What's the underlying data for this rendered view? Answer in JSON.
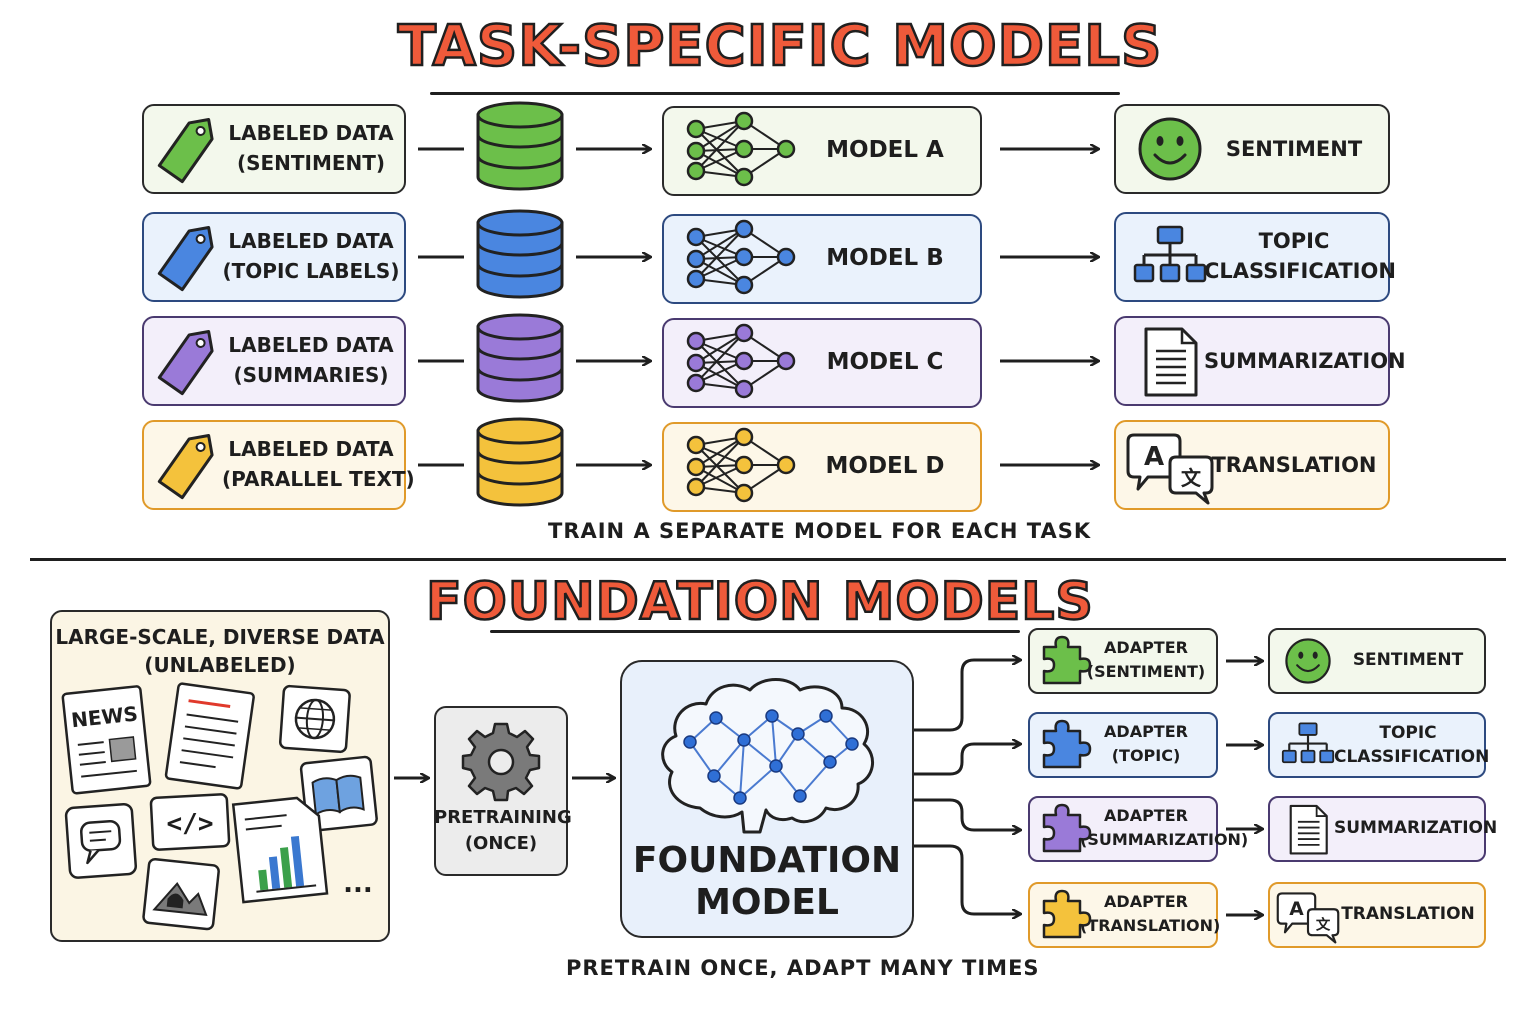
{
  "top": {
    "title": "TASK-SPECIFIC MODELS",
    "caption": "TRAIN A SEPARATE MODEL FOR EACH TASK",
    "rows": [
      {
        "data_line1": "LABELED DATA",
        "data_line2": "(SENTIMENT)",
        "model": "MODEL A",
        "out_line1": "SENTIMENT",
        "out_line2": "",
        "out_icon": "smiley-icon",
        "color": "#6cbf4a",
        "border": "#2a2a2a",
        "bg": "#f3f8ec"
      },
      {
        "data_line1": "LABELED DATA",
        "data_line2": "(TOPIC LABELS)",
        "model": "MODEL B",
        "out_line1": "TOPIC",
        "out_line2": "CLASSIFICATION",
        "out_icon": "hierarchy-icon",
        "color": "#4a86e0",
        "border": "#2d4a80",
        "bg": "#eaf2fc"
      },
      {
        "data_line1": "LABELED DATA",
        "data_line2": "(SUMMARIES)",
        "model": "MODEL C",
        "out_line1": "SUMMARIZATION",
        "out_line2": "",
        "out_icon": "document-icon",
        "color": "#9a7ad8",
        "border": "#4a3a70",
        "bg": "#f3effa"
      },
      {
        "data_line1": "LABELED DATA",
        "data_line2": "(PARALLEL TEXT)",
        "model": "MODEL D",
        "out_line1": "TRANSLATION",
        "out_line2": "",
        "out_icon": "translate-icon",
        "color": "#f4c23c",
        "border": "#e09a2a",
        "bg": "#fdf7e8"
      }
    ]
  },
  "bottom": {
    "title": "FOUNDATION MODELS",
    "caption": "PRETRAIN ONCE, ADAPT MANY TIMES",
    "data_line1": "LARGE-SCALE, DIVERSE DATA",
    "data_line2": "(UNLABELED)",
    "news_label": "NEWS",
    "code_label": "</>",
    "more_label": "...",
    "pretrain_line1": "PRETRAINING",
    "pretrain_line2": "(ONCE)",
    "foundation_line1": "FOUNDATION",
    "foundation_line2": "MODEL",
    "adapters": [
      {
        "line1": "ADAPTER",
        "line2": "(SENTIMENT)",
        "out_line1": "SENTIMENT",
        "out_line2": "",
        "out_icon": "smiley-icon",
        "color": "#6cbf4a",
        "border": "#2a2a2a",
        "bg": "#f3f8ec"
      },
      {
        "line1": "ADAPTER",
        "line2": "(TOPIC)",
        "out_line1": "TOPIC",
        "out_line2": "CLASSIFICATION",
        "out_icon": "hierarchy-icon",
        "color": "#4a86e0",
        "border": "#2d4a80",
        "bg": "#eaf2fc"
      },
      {
        "line1": "ADAPTER",
        "line2": "(SUMMARIZATION)",
        "out_line1": "SUMMARIZATION",
        "out_line2": "",
        "out_icon": "document-icon",
        "color": "#9a7ad8",
        "border": "#4a3a70",
        "bg": "#f3effa"
      },
      {
        "line1": "ADAPTER",
        "line2": "(TRANSLATION)",
        "out_line1": "TRANSLATION",
        "out_line2": "",
        "out_icon": "translate-icon",
        "color": "#f4c23c",
        "border": "#e09a2a",
        "bg": "#fdf7e8"
      }
    ]
  },
  "translate_glyphs": {
    "latin": "A",
    "cjk": "文"
  }
}
